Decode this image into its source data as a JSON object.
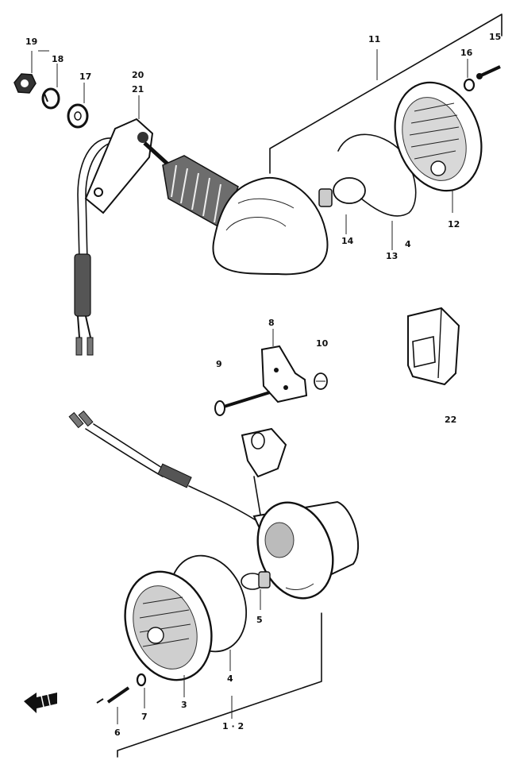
{
  "labels": {
    "l1_2": "1 · 2",
    "l3": "3",
    "l4": "4",
    "l4b": "4",
    "l5": "5",
    "l6": "6",
    "l7": "7",
    "l8": "8",
    "l9": "9",
    "l10": "10",
    "l11": "11",
    "l12": "12",
    "l13": "13",
    "l14": "14",
    "l15": "15",
    "l16": "16",
    "l17": "17",
    "l18": "18",
    "l19": "19",
    "l20": "20",
    "l21": "21",
    "l22": "22"
  }
}
